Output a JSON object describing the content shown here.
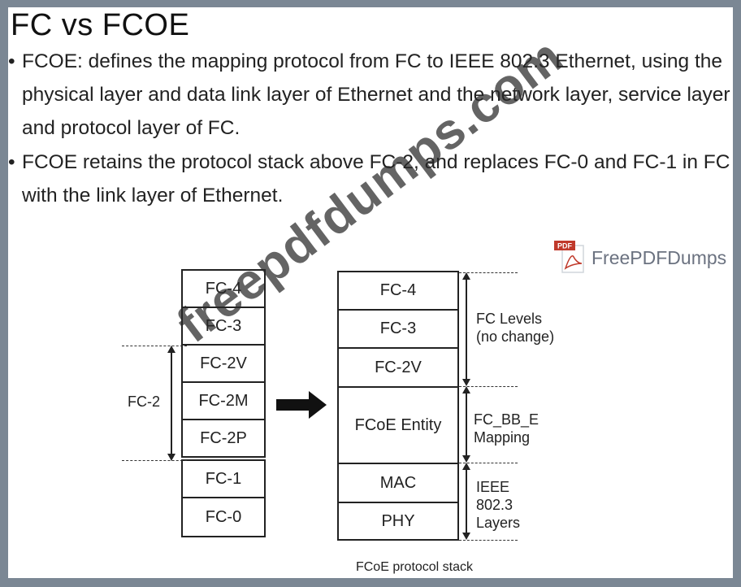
{
  "slide": {
    "title": "FC vs FCOE",
    "bullets": [
      "FCOE: defines the mapping protocol from FC to IEEE 802.3 Ethernet, using the physical layer and data link layer of Ethernet and the network layer, service layer and protocol layer of FC.",
      "FCOE retains the protocol stack above FC-2, and replaces FC-0 and FC-1 in FC with the link layer of Ethernet."
    ],
    "bullet_marker": "•"
  },
  "diagram": {
    "fc_stack": [
      "FC-4",
      "FC-3",
      "FC-2V",
      "FC-2M",
      "FC-2P",
      "FC-1",
      "FC-0"
    ],
    "fc2_label": "FC-2",
    "fcoe_stack": [
      "FC-4",
      "FC-3",
      "FC-2V",
      "FCoE Entity",
      "MAC",
      "PHY"
    ],
    "groups": {
      "fc_levels": "FC Levels\n(no change)",
      "fc_bb_e": "FC_BB_E\nMapping",
      "ieee": "IEEE\n802.3\nLayers"
    },
    "caption": "FCoE protocol stack"
  },
  "branding": {
    "logo_badge": "PDF",
    "logo_text": "FreePDFDumps",
    "watermark": "freepdfdumps.com"
  }
}
